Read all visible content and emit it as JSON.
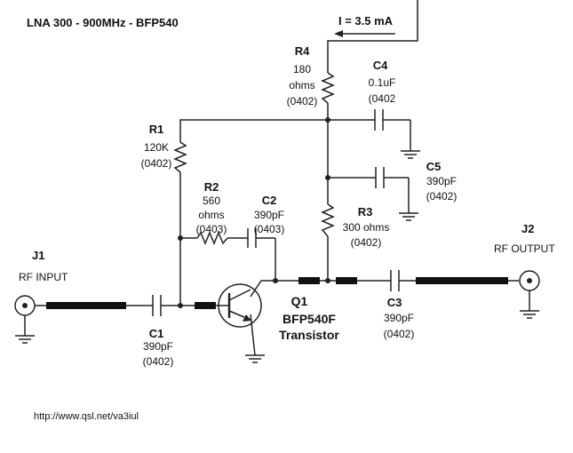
{
  "title": "LNA 300 - 900MHz - BFP540",
  "current": "I = 3.5 mA",
  "url": "http://www.qsl.net/va3iul",
  "components": {
    "R4": {
      "ref": "R4",
      "lines": [
        "180",
        "ohms",
        "(0402)"
      ]
    },
    "C4": {
      "ref": "C4",
      "lines": [
        "0.1uF",
        "(0402"
      ]
    },
    "R1": {
      "ref": "R1",
      "lines": [
        "120K",
        "(0402)"
      ]
    },
    "R2": {
      "ref": "R2",
      "lines": [
        "560",
        "ohms",
        "(0403)"
      ]
    },
    "C2": {
      "ref": "C2",
      "lines": [
        "390pF",
        "(0403)"
      ]
    },
    "C5": {
      "ref": "C5",
      "lines": [
        "390pF",
        "(0402)"
      ]
    },
    "R3": {
      "ref": "R3",
      "lines": [
        "300 ohms",
        "(0402)"
      ]
    },
    "C1": {
      "ref": "C1",
      "lines": [
        "390pF",
        "(0402)"
      ]
    },
    "C3": {
      "ref": "C3",
      "lines": [
        "390pF",
        "(0402)"
      ]
    },
    "Q1": {
      "ref": "Q1",
      "lines": [
        "BFP540F",
        "Transistor"
      ]
    }
  },
  "connectors": {
    "J1": {
      "ref": "J1",
      "name": "RF INPUT"
    },
    "J2": {
      "ref": "J2",
      "name": "RF OUTPUT"
    }
  }
}
